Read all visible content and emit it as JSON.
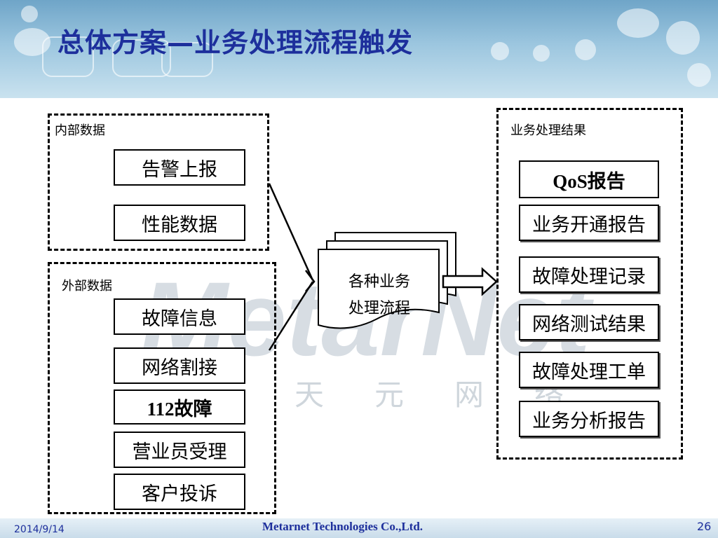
{
  "title": "总体方案—业务处理流程触发",
  "watermark": {
    "brand": "MetarNet",
    "chinese": "天元网络"
  },
  "internal_group": {
    "label": "内部数据",
    "items": [
      "告警上报",
      "性能数据"
    ]
  },
  "external_group": {
    "label": "外部数据",
    "items": [
      "故障信息",
      "网络割接",
      "112故障",
      "营业员受理",
      "客户投诉"
    ]
  },
  "process": {
    "line1": "各种业务",
    "line2": "处理流程"
  },
  "results_group": {
    "label": "业务处理结果",
    "items": [
      "QoS报告",
      "业务开通报告",
      "故障处理记录",
      "网络测试结果",
      "故障处理工单",
      "业务分析报告"
    ]
  },
  "footer": {
    "date": "2014/9/14",
    "company": "Metarnet Technologies Co.,Ltd.",
    "page": "26"
  },
  "colors": {
    "title": "#1d2f9c",
    "banner_top": "#6fa5c8",
    "banner_bottom": "#c9e2ef"
  }
}
